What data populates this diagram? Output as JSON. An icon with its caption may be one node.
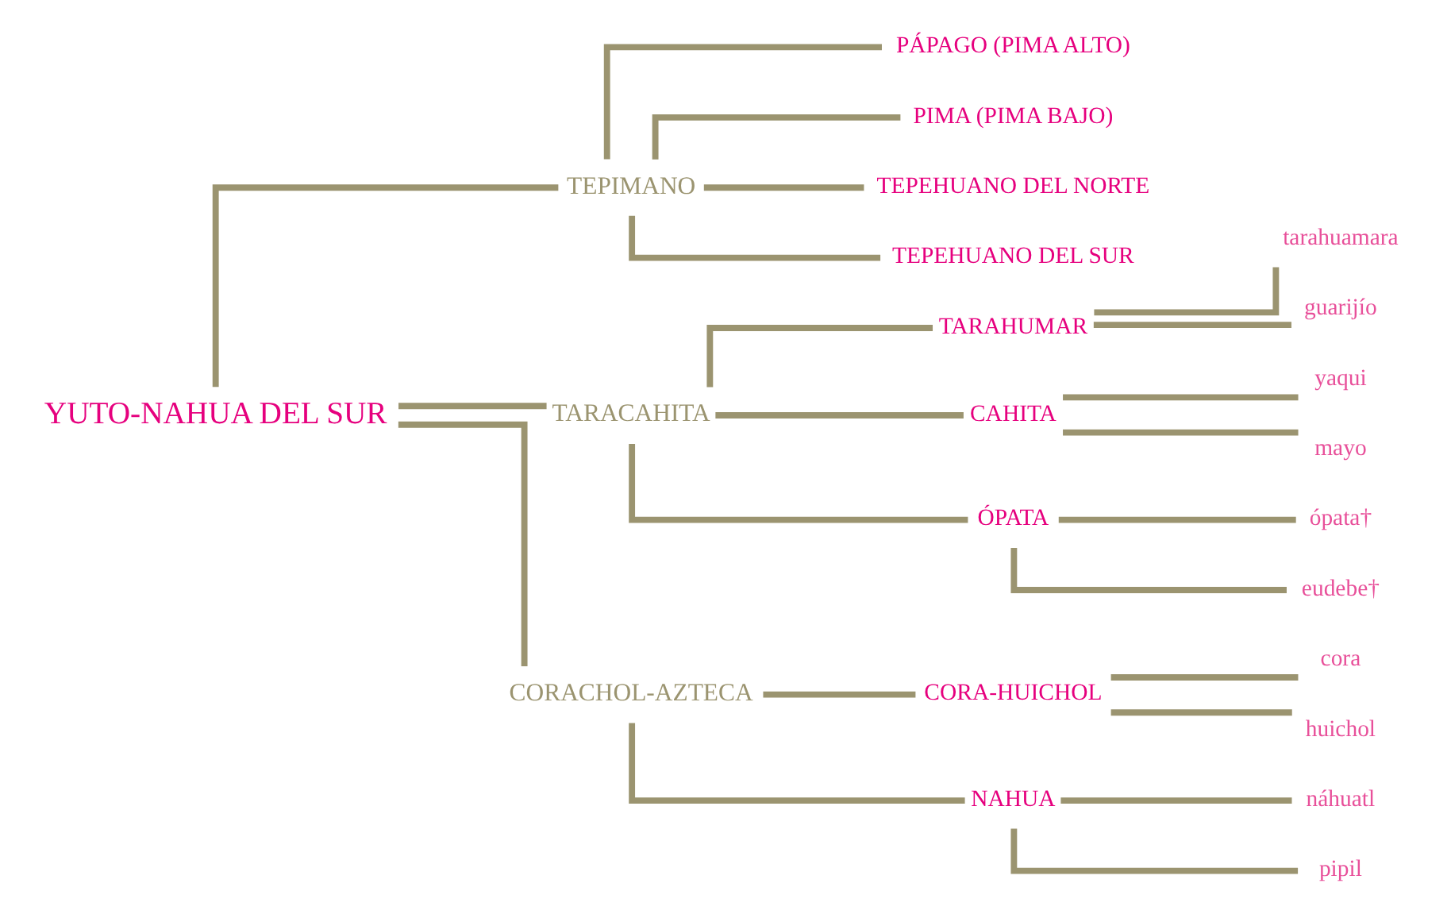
{
  "diagram": {
    "nodes": [
      {
        "text": [
          "YUTO-NAHUA DEL SUR"
        ]
      },
      {
        "text": [
          "TEPIMANO"
        ]
      },
      {
        "text": [
          "PÁPAGO (PIMA ALTO)"
        ]
      },
      {
        "text": [
          "PIMA (PIMA BAJO)"
        ]
      },
      {
        "text": [
          "TEPEHUANO DEL NORTE"
        ]
      },
      {
        "text": [
          "TEPEHUANO DEL SUR"
        ]
      },
      {
        "text": [
          "TARACAHITA"
        ]
      },
      {
        "text": [
          "TARAHUMAR"
        ]
      },
      {
        "text": [
          "tarahuamara"
        ]
      },
      {
        "text": [
          "guarijío"
        ]
      },
      {
        "text": [
          "CAHITA"
        ]
      },
      {
        "text": [
          "yaqui"
        ]
      },
      {
        "text": [
          "mayo"
        ]
      },
      {
        "text": [
          "ÓPATA"
        ]
      },
      {
        "text": [
          "ópata†"
        ]
      },
      {
        "text": [
          "eudebe†"
        ]
      },
      {
        "text": [
          "CORACHOL-AZTECA"
        ]
      },
      {
        "text": [
          "CORA-HUICHOL"
        ]
      },
      {
        "text": [
          "cora"
        ]
      },
      {
        "text": [
          "huichol"
        ]
      },
      {
        "text": [
          "NAHUA"
        ]
      },
      {
        "text": [
          "náhuatl"
        ]
      },
      {
        "text": [
          "pipil"
        ]
      }
    ],
    "edges": [
      {
        "from": 0,
        "to": 1,
        "arrow": "none"
      },
      {
        "from": 1,
        "to": 2,
        "arrow": "none"
      },
      {
        "from": 1,
        "to": 3,
        "arrow": "none"
      },
      {
        "from": 1,
        "to": 4,
        "arrow": "none"
      },
      {
        "from": 1,
        "to": 5,
        "arrow": "none"
      },
      {
        "from": 0,
        "to": 6,
        "arrow": "none"
      },
      {
        "from": 6,
        "to": 7,
        "arrow": "none"
      },
      {
        "from": 7,
        "to": 8,
        "arrow": "none"
      },
      {
        "from": 7,
        "to": 9,
        "arrow": "none"
      },
      {
        "from": 6,
        "to": 10,
        "arrow": "none"
      },
      {
        "from": 10,
        "to": 11,
        "arrow": "none"
      },
      {
        "from": 10,
        "to": 12,
        "arrow": "none"
      },
      {
        "from": 6,
        "to": 13,
        "arrow": "none"
      },
      {
        "from": 13,
        "to": 14,
        "arrow": "none"
      },
      {
        "from": 13,
        "to": 15,
        "arrow": "none"
      },
      {
        "from": 0,
        "to": 16,
        "arrow": "none"
      },
      {
        "from": 16,
        "to": 17,
        "arrow": "none"
      },
      {
        "from": 17,
        "to": 18,
        "arrow": "none"
      },
      {
        "from": 17,
        "to": 19,
        "arrow": "none"
      },
      {
        "from": 16,
        "to": 20,
        "arrow": "none"
      },
      {
        "from": 20,
        "to": 21,
        "arrow": "none"
      },
      {
        "from": 20,
        "to": 22,
        "arrow": "none"
      }
    ]
  }
}
